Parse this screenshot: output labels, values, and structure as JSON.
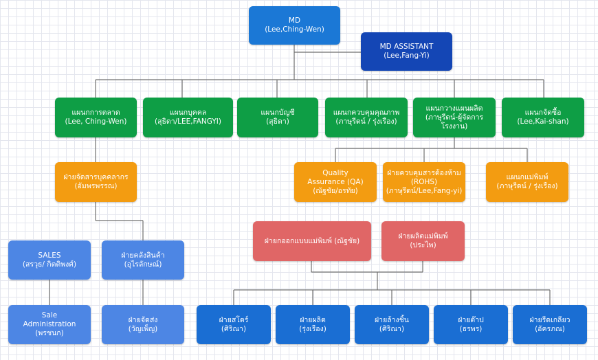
{
  "nodes": {
    "md": {
      "line1": "MD",
      "line2": "(Lee,Ching-Wen)"
    },
    "md_assistant": {
      "line1": "MD ASSISTANT",
      "line2": "(Lee,Fang-Yi)"
    },
    "marketing": {
      "line1": "แผนกการตลาด",
      "line2": "(Lee, Ching-Wen)"
    },
    "hr": {
      "line1": "แผนกบุคคล",
      "line2": "(สุธิดา/LEE,FANGYI)"
    },
    "accounting": {
      "line1": "แผนกบัญชี",
      "line2": "(สุธิดา)"
    },
    "quality_control": {
      "line1": "แผนกควบคุมคุณภาพ",
      "line2": "(ภาษุรีดน์ / รุ่งเรือง)"
    },
    "production_planning": {
      "line1": "แผนกวางแผนผลิต",
      "line2": "(ภาษุรีดน์-ผู้จัดการ",
      "line3": "โรงงาน)"
    },
    "purchasing": {
      "line1": "แผนกจัดซื้อ",
      "line2": "(Lee,Kai-shan)"
    },
    "hr_admin": {
      "line1": "ฝ่ายจัดสารบุคคลากร",
      "line2": "(อัมพรพรรณ)"
    },
    "qa": {
      "line1": "Quality",
      "line2": "Assurance (QA)",
      "line3": "(ณัฐชัย/อรทัย)"
    },
    "rohs": {
      "line1": "ฝ่ายควบคุมสารต้องห้าม",
      "line2": "(ROHS)",
      "line3": "(ภาษุรีดน์/Lee,Fang-yi)"
    },
    "mold_dept": {
      "line1": "แผนกแม่พิมพ์",
      "line2": "(ภาษุรีดน์ / รุ่งเรือง)"
    },
    "mold_design": {
      "line1": "ฝ่ายกออกแบบแม่พิมพ์ (ณัฐชัย)"
    },
    "mold_production": {
      "line1": "ฝ่ายผลิตแม่พิมพ์",
      "line2": "(ประไพ)"
    },
    "sales": {
      "line1": "SALES",
      "line2": "(สรวุธ/ กิตติพงศ์)"
    },
    "warehouse": {
      "line1": "ฝ่ายคลังสินค้า",
      "line2": "(อุไรลักษณ์)"
    },
    "sale_admin": {
      "line1": "Sale",
      "line2": "Administration",
      "line3": "(พรชนก)"
    },
    "shipping": {
      "line1": "ฝ่ายจัดส่ง",
      "line2": "(วัญเพ็ญ)"
    },
    "store": {
      "line1": "ฝ่ายสโตร์",
      "line2": "(ศิริณา)"
    },
    "production": {
      "line1": "ฝ่ายผลิต",
      "line2": "(รุ่งเรือง)"
    },
    "washing": {
      "line1": "ฝ่ายล้างชิ้น",
      "line2": "(ศิริณา)"
    },
    "stamping": {
      "line1": "ฝ่ายต๊าป",
      "line2": "(ธรพร)"
    },
    "threading": {
      "line1": "ฝ่ายรีดเกลียว",
      "line2": "(อัครภณ)"
    }
  }
}
